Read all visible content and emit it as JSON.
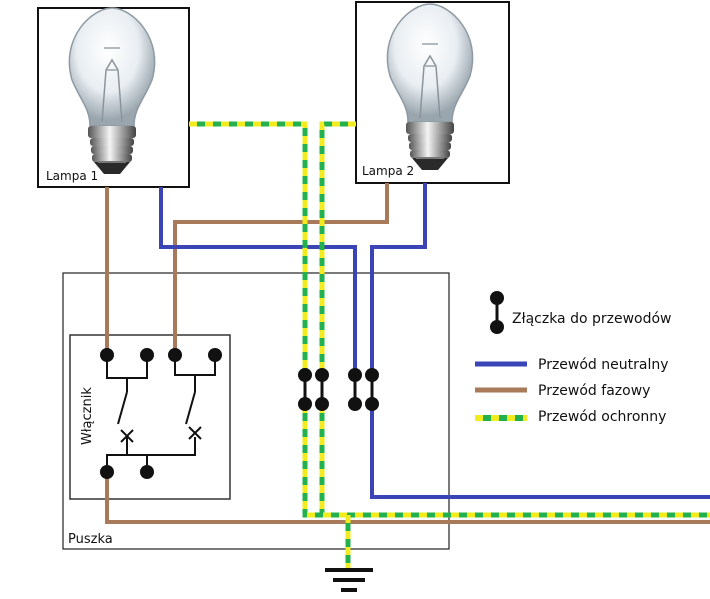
{
  "lamps": [
    {
      "label": "Lampa 1"
    },
    {
      "label": "Lampa 2"
    }
  ],
  "box": {
    "label": "Puszka"
  },
  "switch": {
    "label": "Włącznik"
  },
  "legend": {
    "connector": "Złączka do przewodów",
    "neutral": "Przewód neutralny",
    "phase": "Przewód fazowy",
    "protective": "Przewód ochronny"
  },
  "colors": {
    "neutral": "#3a44b5",
    "phase": "#a87a5a",
    "pe_yellow": "#f2ec1e",
    "pe_green": "#22b14c",
    "line": "#222222"
  },
  "icons": [
    "light-bulb-icon",
    "ground-symbol-icon",
    "wire-connector-icon"
  ]
}
